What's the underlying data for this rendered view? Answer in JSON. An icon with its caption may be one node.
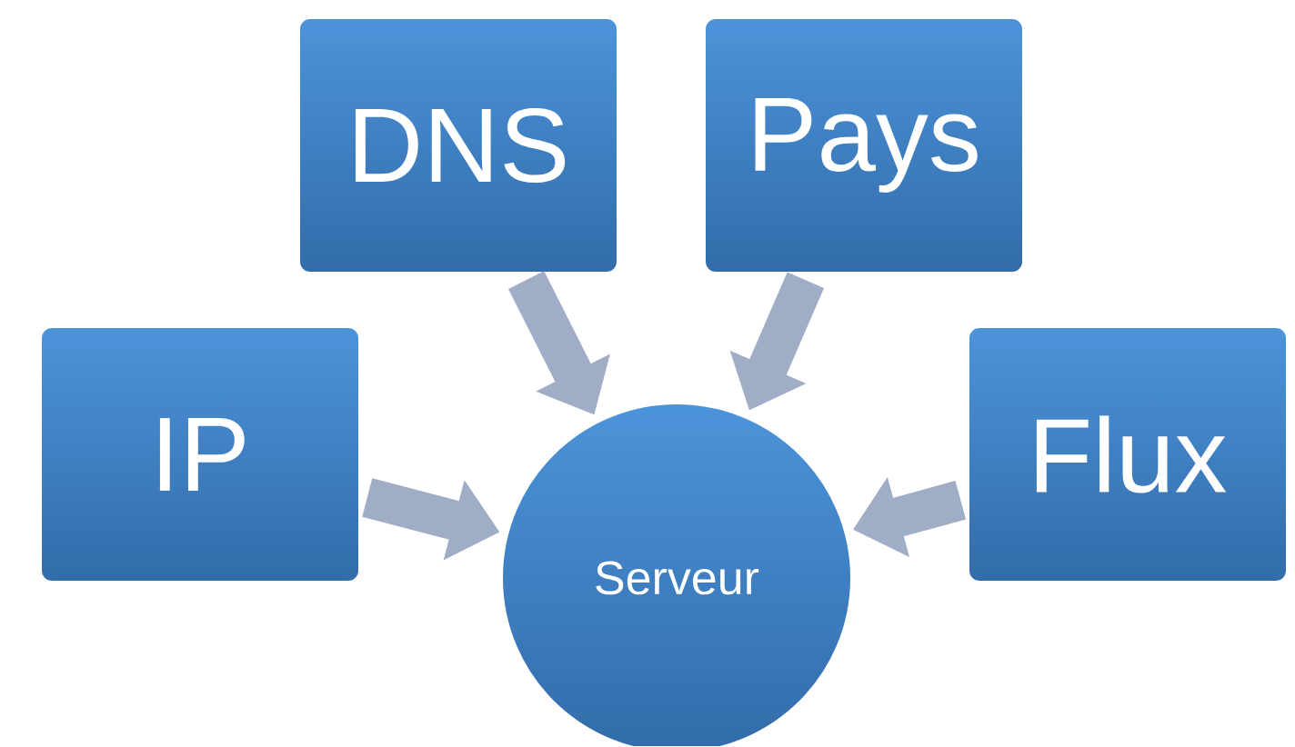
{
  "diagram": {
    "nodes": [
      {
        "text": [
          "IP"
        ]
      },
      {
        "text": [
          "DNS"
        ]
      },
      {
        "text": [
          "Pays"
        ]
      },
      {
        "text": [
          "Flux"
        ]
      },
      {
        "text": [
          "Serveur"
        ]
      }
    ],
    "edges": [
      {
        "from": 0,
        "to": 4,
        "arrow": "to"
      },
      {
        "from": 1,
        "to": 4,
        "arrow": "to"
      },
      {
        "from": 2,
        "to": 4,
        "arrow": "to"
      },
      {
        "from": 3,
        "to": 4,
        "arrow": "to"
      }
    ]
  }
}
